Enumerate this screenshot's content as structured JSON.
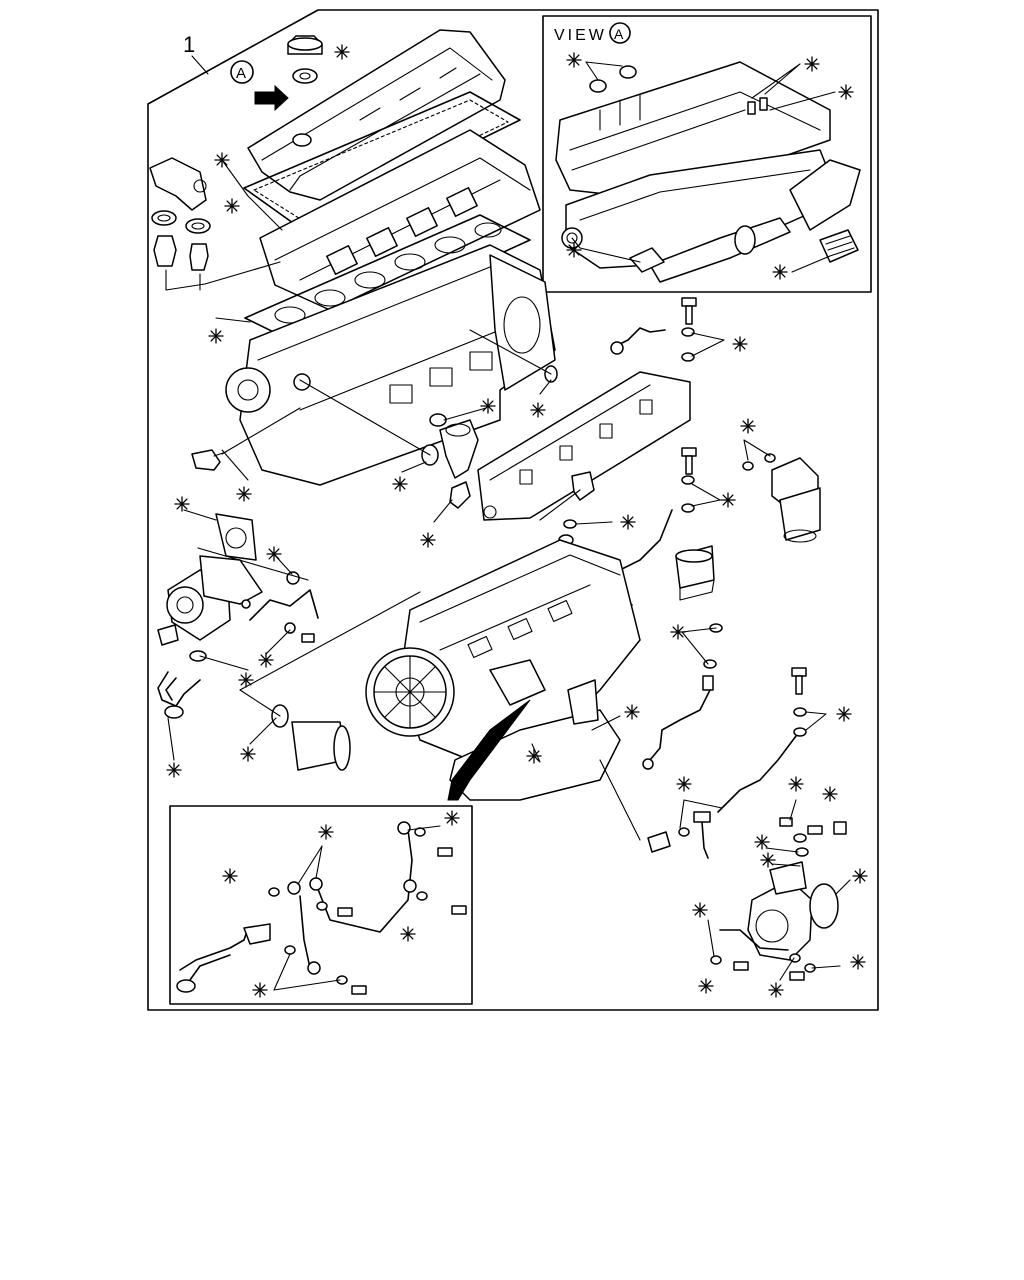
{
  "diagram": {
    "item_number": "1",
    "view_ref_letter": "A",
    "view_label": "VIEW",
    "view_letter": "A",
    "mark_symbol": "asterisk",
    "frame_color": "#000000",
    "background_color": "#ffffff"
  }
}
